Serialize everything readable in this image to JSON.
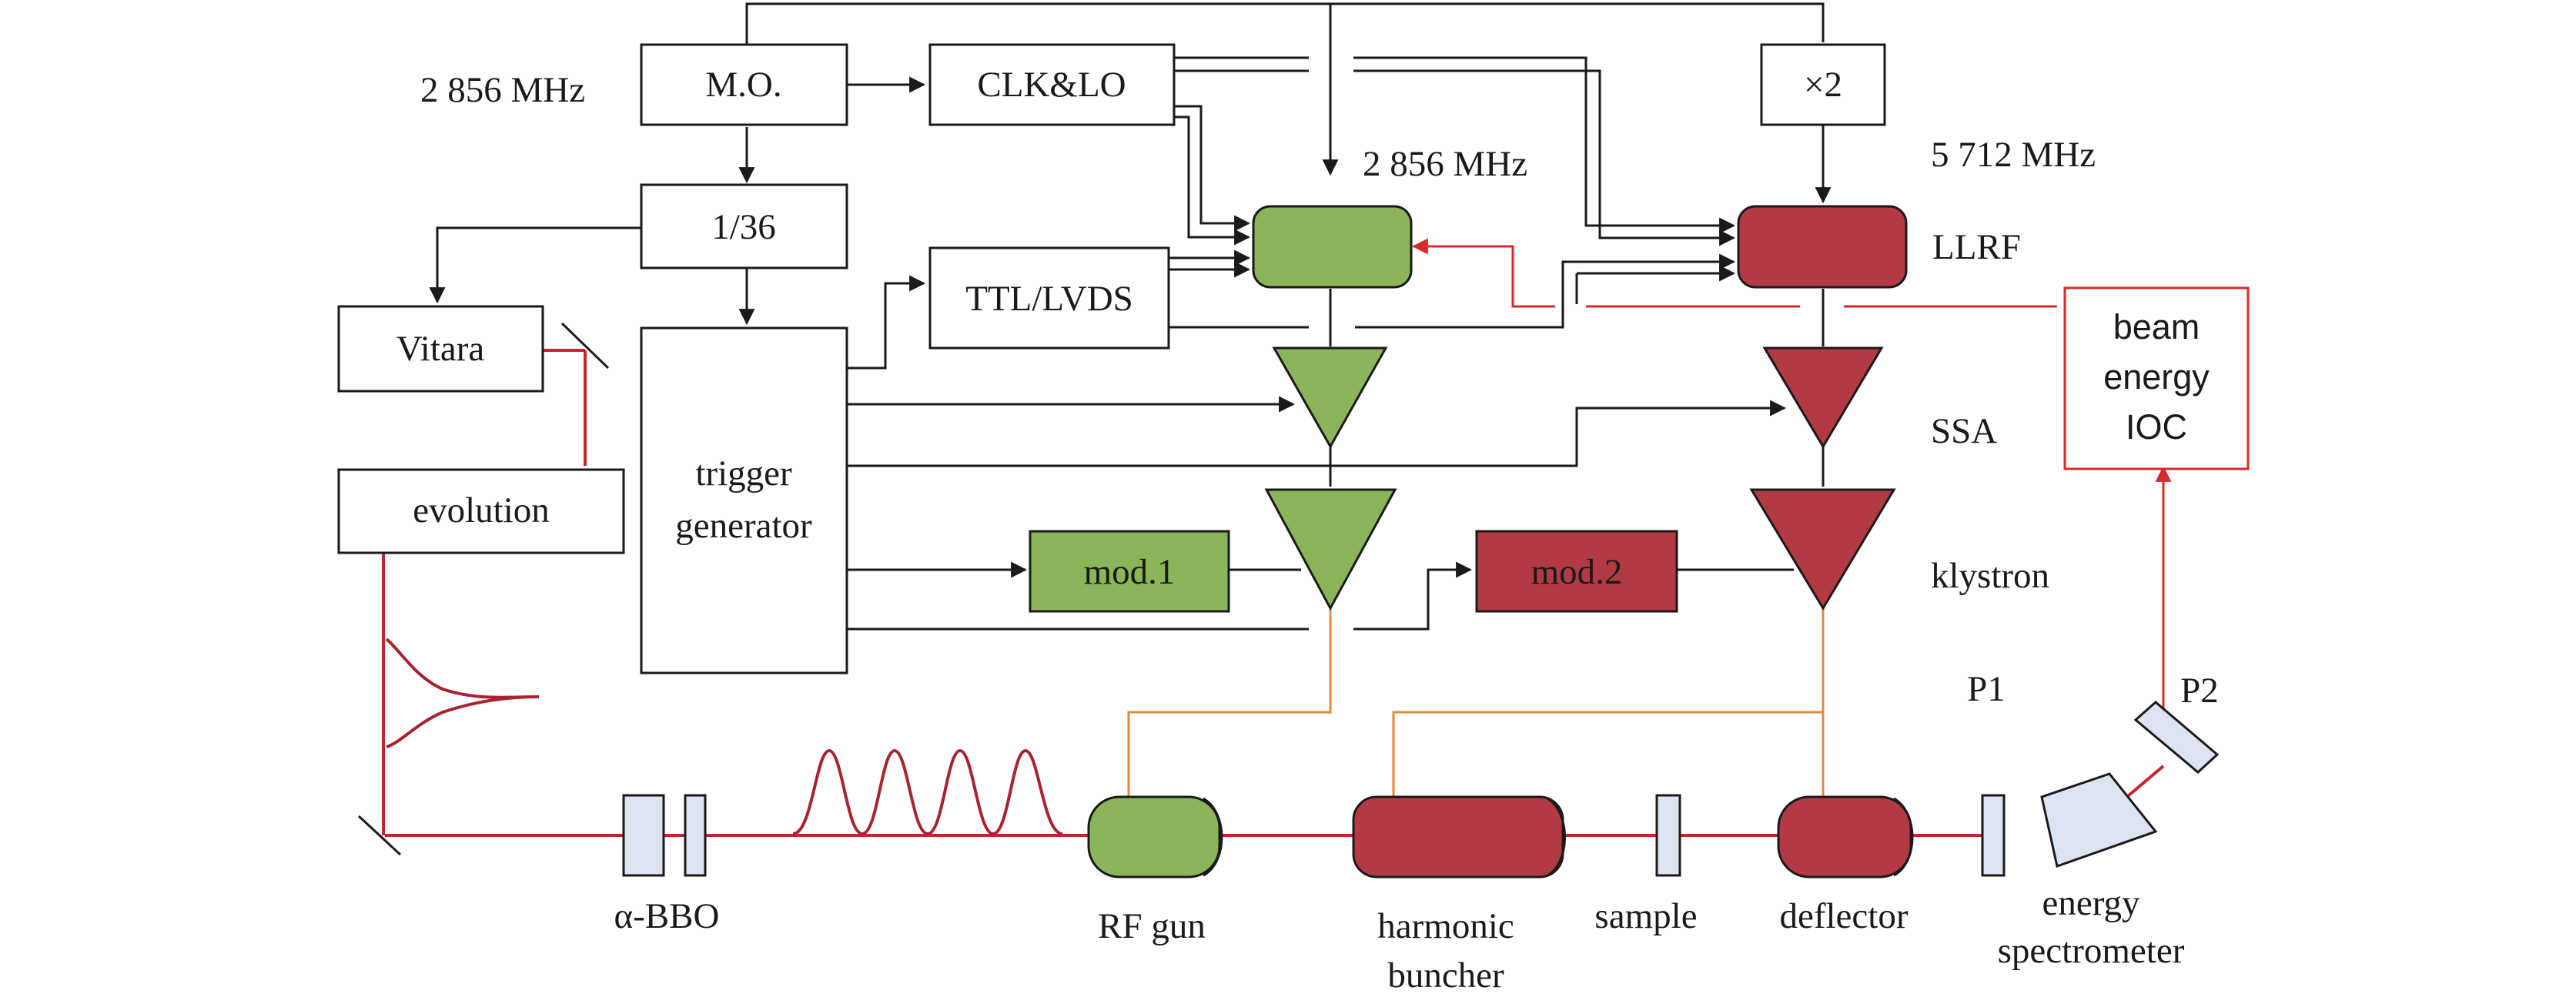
{
  "labels": {
    "freq_left": "2 856 MHz",
    "mo": "M.O.",
    "clk_lo": "CLK&LO",
    "times2": "×2",
    "freq_mid": "2 856 MHz",
    "freq_right": "5 712 MHz",
    "div": "1/36",
    "llrf": "LLRF",
    "vitara": "Vitara",
    "ttl": "TTL/LVDS",
    "beam_energy_l1": "beam",
    "beam_energy_l2": "energy",
    "beam_energy_l3": "IOC",
    "ssa": "SSA",
    "evolution": "evolution",
    "trigger_l1": "trigger",
    "trigger_l2": "generator",
    "mod1": "mod.1",
    "mod2": "mod.2",
    "klystron": "klystron",
    "p1": "P1",
    "p2": "P2",
    "bbo": "α-BBO",
    "rf_gun": "RF gun",
    "harmonic_l1": "harmonic",
    "harmonic_l2": "buncher",
    "sample": "sample",
    "deflector": "deflector",
    "spectro_l1": "energy",
    "spectro_l2": "spectrometer"
  },
  "colors": {
    "green_component": "#8cb55a",
    "maroon_component": "#b33a45",
    "laser_line": "#c0262e",
    "feedback_line": "#d52b2b",
    "rf_feed_line": "#e08a3c",
    "optic_fill": "#dde3f0"
  }
}
